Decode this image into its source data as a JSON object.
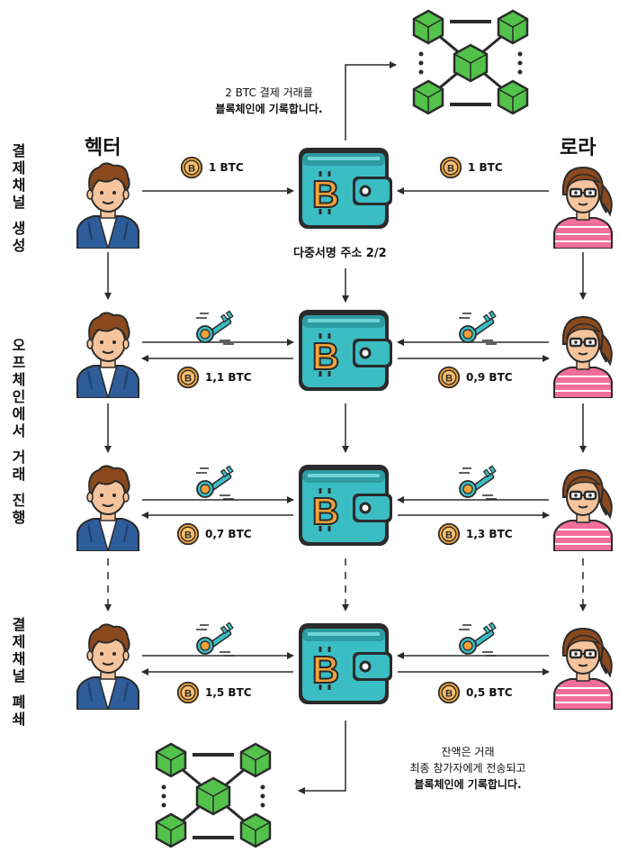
{
  "phases": {
    "open": [
      "결",
      "제",
      "채",
      "널",
      "",
      "생",
      "성"
    ],
    "offchain": [
      "오",
      "프",
      "체",
      "인",
      "에",
      "서",
      "",
      "거",
      "래",
      "",
      "진",
      "행"
    ],
    "close": [
      "결",
      "제",
      "채",
      "널",
      "",
      "폐",
      "쇄"
    ]
  },
  "people": {
    "left": "헥터",
    "right": "로라"
  },
  "top_note": {
    "line1": "2 BTC 결제 거래를",
    "line2": "블록체인에 기록합니다."
  },
  "multisig_label": "다중서명 주소 2/2",
  "rows": [
    {
      "left_amount": "1 BTC",
      "right_amount": "1 BTC"
    },
    {
      "left_amount": "1,1 BTC",
      "right_amount": "0,9 BTC"
    },
    {
      "left_amount": "0,7 BTC",
      "right_amount": "1,3 BTC"
    },
    {
      "left_amount": "1,5 BTC",
      "right_amount": "0,5 BTC"
    }
  ],
  "bottom_note": {
    "line1": "잔액은 거래",
    "line2": "최종 참가자에게 전송되고",
    "line3": "블록체인에 기록합니다."
  },
  "colors": {
    "wallet": "#3bbdc4",
    "bitcoin": "#f2a13a",
    "block": "#52c24a",
    "hair": "#8a4a1e",
    "hector_shirt": "#2f5d9a",
    "laura_shirt": "#f26e9b"
  }
}
